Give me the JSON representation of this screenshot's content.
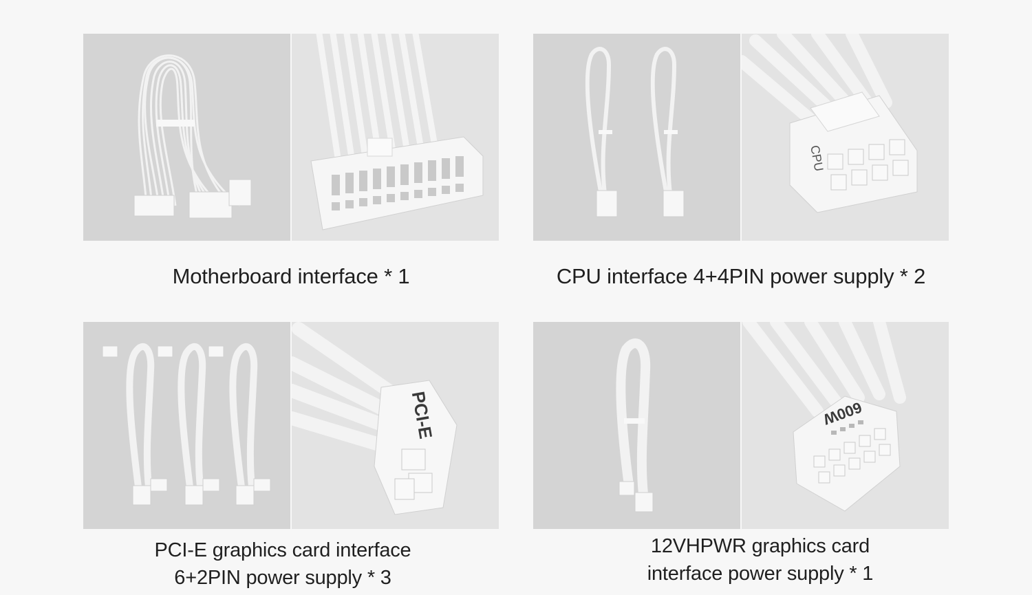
{
  "items": [
    {
      "caption_lines": [
        "Motherboard interface * 1"
      ]
    },
    {
      "caption_lines": [
        "CPU interface 4+4PIN power supply * 2"
      ]
    },
    {
      "caption_lines": [
        "PCI-E graphics card interface",
        "6+2PIN power supply * 3"
      ]
    },
    {
      "caption_lines": [
        "12VHPWR graphics card",
        "interface power supply * 1"
      ]
    }
  ],
  "connector_labels": {
    "cpu": "CPU",
    "pcie": "PCI-E",
    "hpwr": "600W"
  },
  "colors": {
    "page_background": "#f7f7f7",
    "panel_background_left": "#d3d3d3",
    "panel_background_right": "#e2e2e2",
    "cable": "#f4f4f4",
    "caption_text": "#1f1f1f"
  }
}
